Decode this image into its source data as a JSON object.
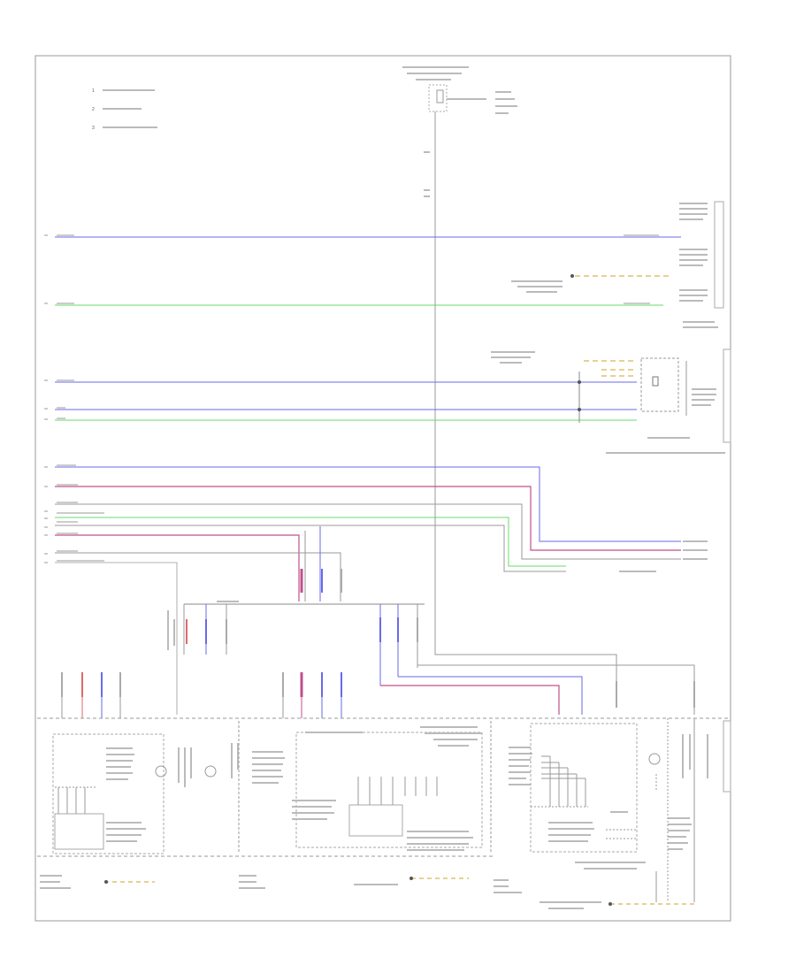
{
  "notes": [
    {
      "label": "1"
    },
    {
      "label": "2"
    },
    {
      "label": "3"
    }
  ],
  "footer_code": "",
  "colors": {
    "blue": "#6a6ae8",
    "green": "#6ad86a",
    "pink": "#c0508c",
    "gray": "#9a9a9a",
    "red": "#e06868",
    "yellow": "#e0c070"
  }
}
